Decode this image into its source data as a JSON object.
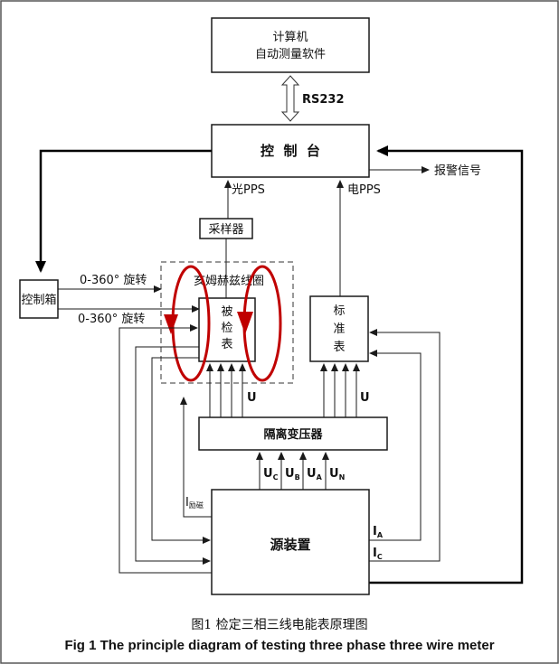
{
  "diagram": {
    "boxes": {
      "computer": [
        "计算机",
        "自动测量软件"
      ],
      "console": "控  制  台",
      "sampler": "采样器",
      "helmholtz": "亥姆赫兹线圈",
      "control_box": "控制箱",
      "meter_under_test": [
        "被",
        "检",
        "表"
      ],
      "standard_meter": [
        "标",
        "准",
        "表"
      ],
      "isolation_transformer": "隔离变压器",
      "source": "源装置"
    },
    "labels": {
      "rs232": "RS232",
      "alarm": "报警信号",
      "optical_pps": "光PPS",
      "electric_pps": "电PPS",
      "rotate_1": "0-360° 旋转",
      "rotate_2": "0-360° 旋转",
      "u_left": "U",
      "u_right": "U",
      "uc": "U",
      "uc_sub": "C",
      "ub": "U",
      "ub_sub": "B",
      "ua": "U",
      "ua_sub": "A",
      "un": "U",
      "un_sub": "N",
      "i_exc": "I",
      "i_exc_sub": "励磁",
      "ia": "I",
      "ia_sub": "A",
      "ic": "I",
      "ic_sub": "C"
    },
    "colors": {
      "line": "#1a1a1a",
      "coil": "#c00000",
      "border": "#555555"
    }
  },
  "caption": {
    "cn": "图1 检定三相三线电能表原理图",
    "en": "Fig 1 The principle diagram of testing three phase three wire meter"
  }
}
